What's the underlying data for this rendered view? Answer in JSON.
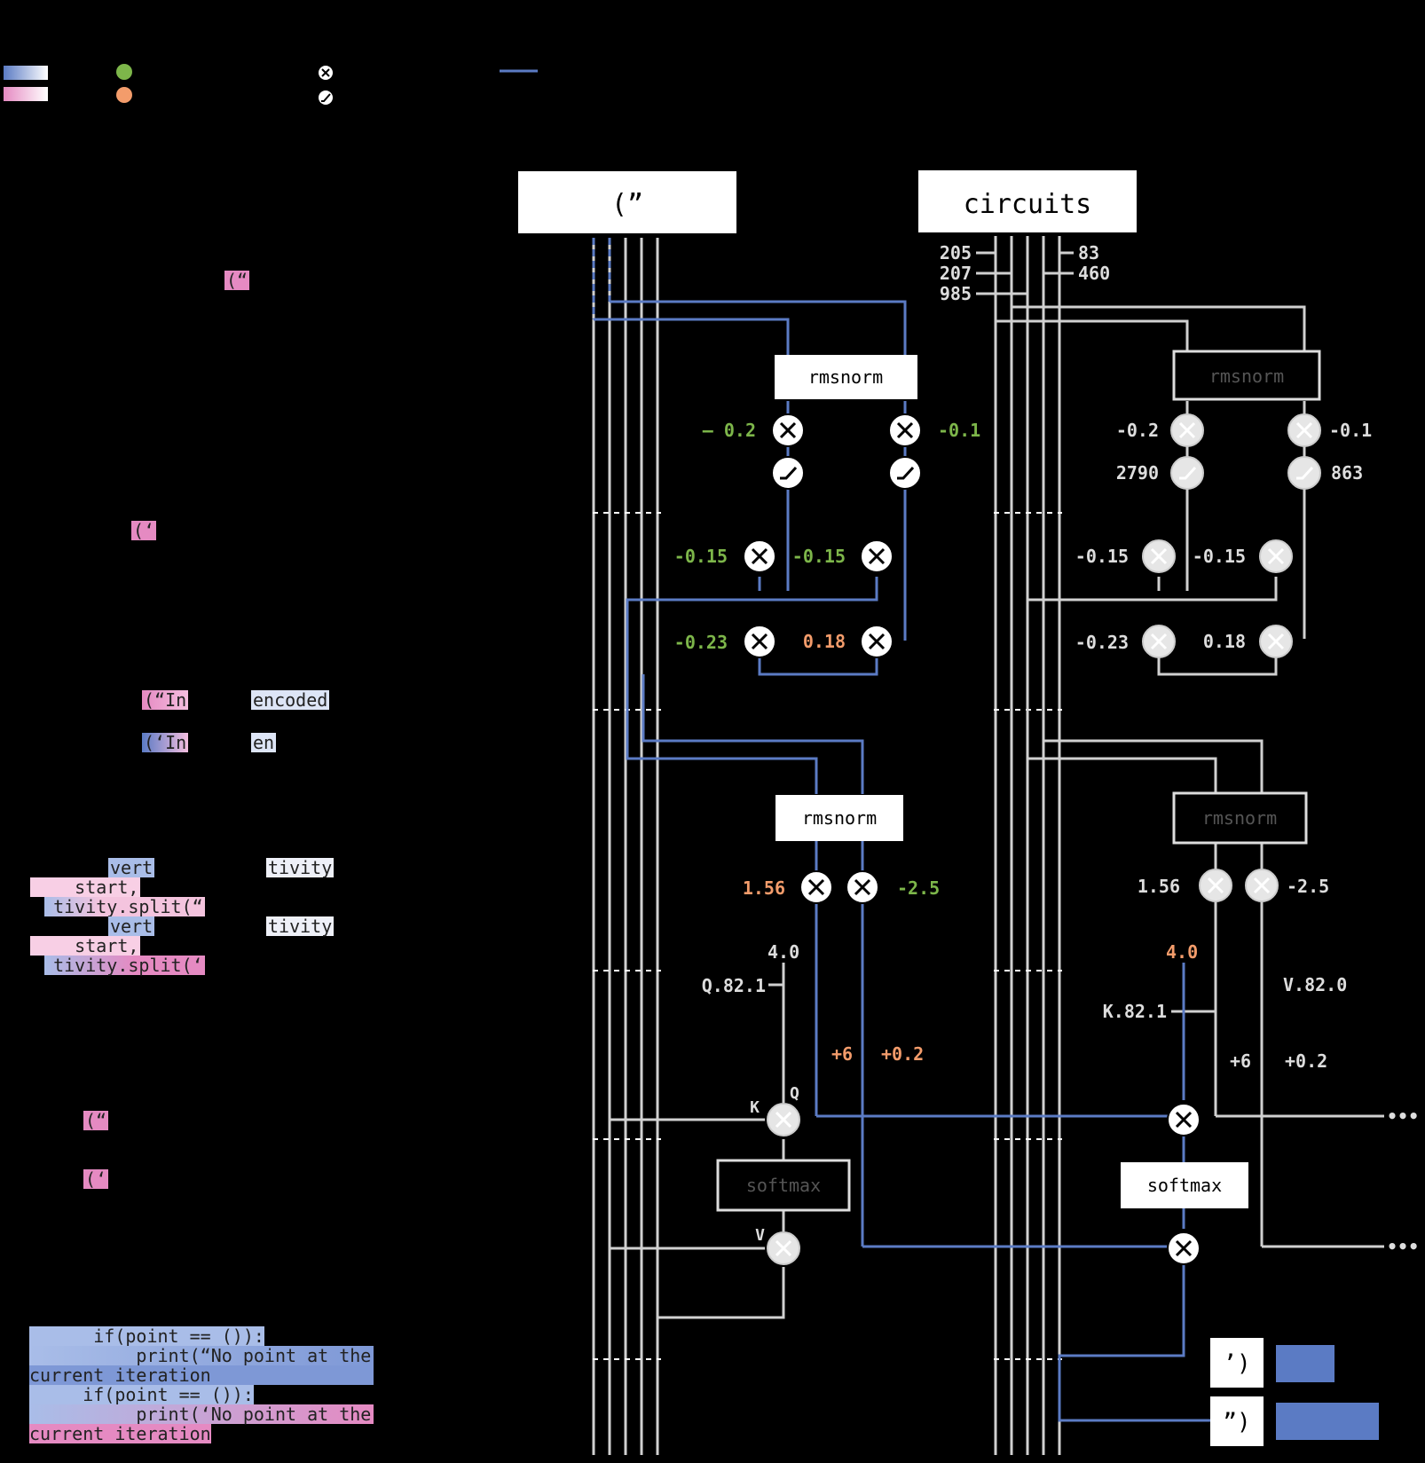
{
  "colors": {
    "blue": "#5B7BC4",
    "pink": "#E58AC2",
    "green": "#7DB64A",
    "orange": "#F39C6B",
    "faded": "#BBBBBB",
    "wire": "#D0D0D0"
  },
  "tokens": {
    "left": "(”",
    "right": "circuits",
    "right_features_left": [
      "205",
      "207",
      "985"
    ],
    "right_features_right": [
      "83",
      "460"
    ]
  },
  "blocks": {
    "rmsnorm": "rmsnorm",
    "softmax": "softmax"
  },
  "weights": {
    "l1_a": "– 0.2",
    "l1_b": "-0.1",
    "l2_a": "-0.15",
    "l2_b": "-0.15",
    "l3_a": "-0.23",
    "l3_b": "0.18",
    "r1_a": "-0.2",
    "r1_b": "-0.1",
    "r_relu_a": "2790",
    "r_relu_b": "863",
    "r2_a": "-0.15",
    "r2_b": "-0.15",
    "r3_a": "-0.23",
    "r3_b": "0.18",
    "l4_a": "1.56",
    "l4_b": "-2.5",
    "r4_a": "1.56",
    "r4_b": "-2.5",
    "bias_l_a": "+6",
    "bias_l_b": "+0.2",
    "bias_r_a": "+6",
    "bias_r_b": "+0.2",
    "scale_l": "4.0",
    "scale_r": "4.0"
  },
  "heads": {
    "q_left": "Q.82.1",
    "k_right": "K.82.1",
    "v_right": "V.82.0",
    "k_label": "K",
    "q_label": "Q",
    "v_label": "V"
  },
  "outputs": {
    "single": "’)",
    "double": "”)"
  },
  "ellipsis": "•••",
  "snippets": {
    "s1": "(“",
    "s2": "(‘",
    "s3a": "(“In",
    "s3b": "encoded",
    "s4a": "(‘In",
    "s4b": "en",
    "s5_vert_1": "vert",
    "s5_tivity_1": "tivity",
    "s5_start_1": "    start,",
    "s5_split_1": "  tivity.split(“",
    "s5_vert_2": "vert",
    "s5_tivity_2": "tivity",
    "s5_start_2": "    start,",
    "s5_split_2": "  tivity.split(‘",
    "s6": "(“",
    "s7": "(‘",
    "code_1": "      if(point == ()):",
    "code_2": "          print(“No point at the",
    "code_3": "current iteration",
    "code_4": "     if(point == ()):",
    "code_5": "          print(‘No point at the",
    "code_6": "current iteration"
  }
}
